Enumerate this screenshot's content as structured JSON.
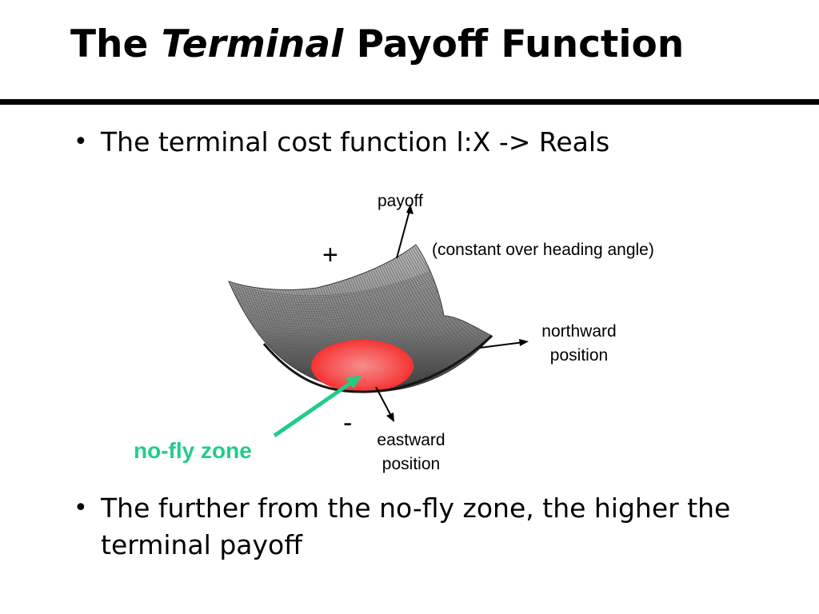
{
  "slide": {
    "title_pre": "The ",
    "title_em": "Terminal",
    "title_post": " Payoff Function",
    "bullets": [
      "The terminal cost function l:X -> Reals",
      "The further from the no-fly zone, the higher the terminal payoff"
    ]
  },
  "diagram": {
    "labels": {
      "payoff": "payoff",
      "note": "(constant over heading angle)",
      "plus": "+",
      "minus": "-",
      "north_line1": "northward",
      "north_line2": "position",
      "east_line1": "eastward",
      "east_line2": "position",
      "nofly": "no-fly zone"
    },
    "colors": {
      "mesh": "#5a5a5a",
      "surface": "#9a9a9a",
      "zone": "#ff4040",
      "nofly": "#22cc88"
    }
  }
}
